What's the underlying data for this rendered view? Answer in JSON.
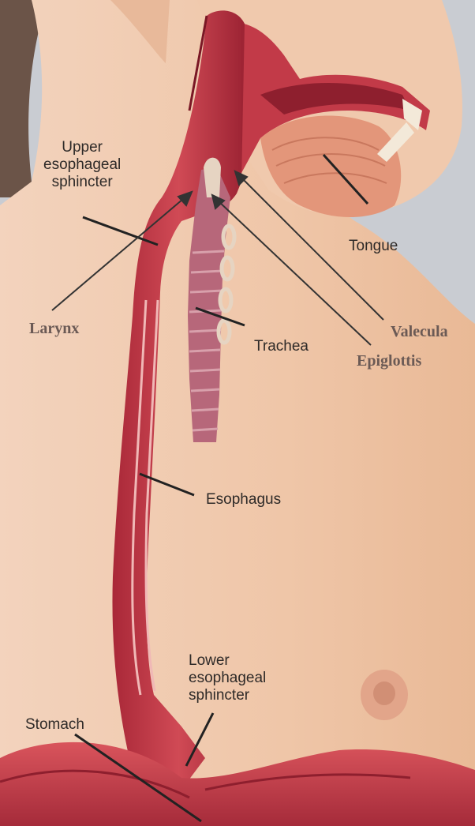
{
  "labels": {
    "upper_sphincter": [
      "Upper",
      "esophageal",
      "sphincter"
    ],
    "tongue": "Tongue",
    "larynx": "Larynx",
    "valecula": "Valecula",
    "trachea": "Trachea",
    "epiglottis": "Epiglottis",
    "esophagus": "Esophagus",
    "lower_sphincter": [
      "Lower",
      "esophageal",
      "sphincter"
    ],
    "stomach": "Stomach"
  },
  "colors": {
    "background": "#c9ccd2",
    "skin": "#f0c9ad",
    "muscle": "#c23a48",
    "muscle_dark": "#8e1f2e",
    "hair": "#6b5448",
    "tongue": "#e3967a",
    "cartilage": "#e6d4c2",
    "arrow": "#333333"
  }
}
